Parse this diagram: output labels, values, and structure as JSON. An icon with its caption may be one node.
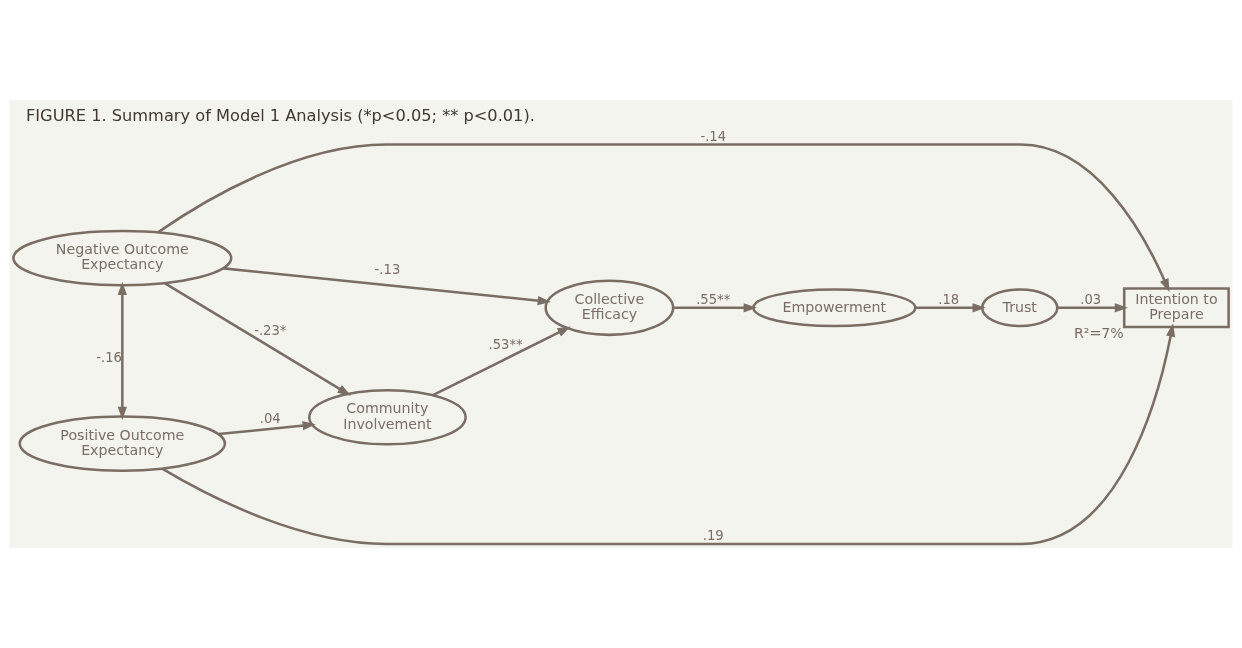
{
  "diagram": {
    "title": "FIGURE 1. Summary of Model 1 Analysis (*p<0.05; ** p<0.01).",
    "nodes": [
      {
        "text": [
          "Negative Outcome Expectancy"
        ]
      },
      {
        "text": [
          "Community Involvement"
        ]
      },
      {
        "text": [
          "Collective Efficacy"
        ]
      },
      {
        "text": [
          "Empowerment"
        ]
      },
      {
        "text": [
          "Trust"
        ]
      },
      {
        "text": [
          "Intention to Prepare"
        ],
        "beside": [
          "R²=7%"
        ]
      },
      {
        "text": [
          "Positive Outcome Expectancy"
        ]
      }
    ],
    "edges": [
      {
        "from": 0,
        "to": 5,
        "arrow": "to",
        "label": "-.14"
      },
      {
        "from": 0,
        "to": 2,
        "arrow": "to",
        "label": "-.13"
      },
      {
        "from": 0,
        "to": 1,
        "arrow": "to",
        "label": "-.23*"
      },
      {
        "from": 0,
        "to": 6,
        "arrow": "both",
        "label": "-.16"
      },
      {
        "from": 1,
        "to": 2,
        "arrow": "to",
        "label": ".53**"
      },
      {
        "from": 2,
        "to": 3,
        "arrow": "to",
        "label": ".55**"
      },
      {
        "from": 3,
        "to": 4,
        "arrow": "to",
        "label": ".18"
      },
      {
        "from": 4,
        "to": 5,
        "arrow": "to",
        "label": ".03"
      },
      {
        "from": 6,
        "to": 1,
        "arrow": "to",
        "label": ".04"
      },
      {
        "from": 6,
        "to": 5,
        "arrow": "to",
        "label": ".19"
      }
    ]
  }
}
